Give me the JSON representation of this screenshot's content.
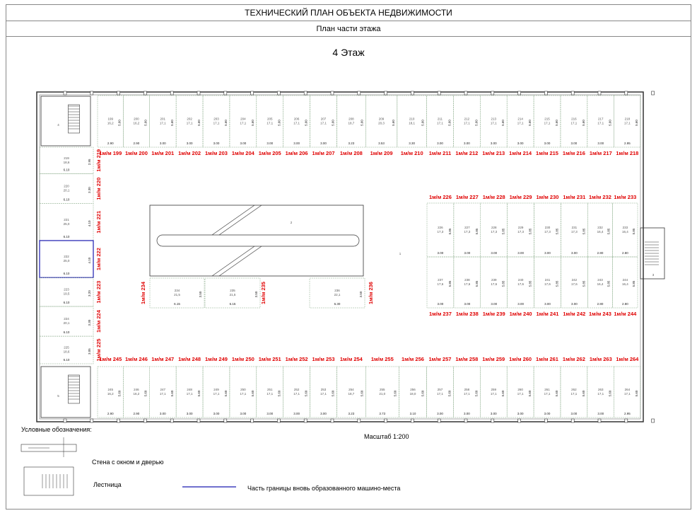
{
  "header": {
    "title": "ТЕХНИЧЕСКИЙ ПЛАН ОБЪЕКТА НЕДВИЖИМОСТИ",
    "subtitle": "План части этажа",
    "floor": "4 Этаж"
  },
  "scale": "Масштаб 1:200",
  "legend": {
    "heading": "Условные обозначения:",
    "wall": "Стена с окном и дверью",
    "stairs": "Лестница",
    "boundary": "Часть границы вновь образованного машино-места",
    "boundary_color": "#1a1ab0"
  },
  "accent_color": "#e00000",
  "rooms": {
    "stair_top": "4",
    "stair_bottom": "5",
    "stair_right": "3",
    "ramp": "2",
    "hall": "1"
  },
  "top_row": [
    {
      "label": "1м/м 199",
      "area": "16,2",
      "width": "2.90",
      "depth": "5.60",
      "n": "199"
    },
    {
      "label": "1м/м 200",
      "area": "16,2",
      "width": "2.90",
      "depth": "5.60",
      "n": "200"
    },
    {
      "label": "1м/м 201",
      "area": "17,1",
      "width": "3.00",
      "depth": "5.60",
      "n": "201"
    },
    {
      "label": "1м/м 202",
      "area": "17,1",
      "width": "3.00",
      "depth": "5.60",
      "n": "202"
    },
    {
      "label": "1м/м 203",
      "area": "17,1",
      "width": "3.00",
      "depth": "5.60",
      "n": "203"
    },
    {
      "label": "1м/м 204",
      "area": "17,1",
      "width": "3.00",
      "depth": "5.60",
      "n": "204"
    },
    {
      "label": "1м/м 205",
      "area": "17,1",
      "width": "3.00",
      "depth": "5.60",
      "n": "205"
    },
    {
      "label": "1м/м 206",
      "area": "17,1",
      "width": "3.00",
      "depth": "5.60",
      "n": "206"
    },
    {
      "label": "1м/м 207",
      "area": "17,1",
      "width": "3.00",
      "depth": "5.60",
      "n": "207"
    },
    {
      "label": "1м/м 208",
      "area": "18,7",
      "width": "3.23",
      "depth": "5.60",
      "n": "208"
    },
    {
      "label": "1м/м 209",
      "area": "20,3",
      "width": "3.53",
      "depth": "5.60",
      "n": "209"
    },
    {
      "label": "1м/м 210",
      "area": "18,1",
      "width": "3.30",
      "depth": "5.60",
      "n": "210"
    },
    {
      "label": "1м/м 211",
      "area": "17,1",
      "width": "3.00",
      "depth": "5.60",
      "n": "211"
    },
    {
      "label": "1м/м 212",
      "area": "17,1",
      "width": "3.00",
      "depth": "5.60",
      "n": "212"
    },
    {
      "label": "1м/м 213",
      "area": "17,1",
      "width": "3.00",
      "depth": "5.60",
      "n": "213"
    },
    {
      "label": "1м/м 214",
      "area": "17,1",
      "width": "3.00",
      "depth": "5.60",
      "n": "214"
    },
    {
      "label": "1м/м 215",
      "area": "17,1",
      "width": "3.00",
      "depth": "5.60",
      "n": "215"
    },
    {
      "label": "1м/м 216",
      "area": "17,1",
      "width": "3.00",
      "depth": "5.60",
      "n": "216"
    },
    {
      "label": "1м/м 217",
      "area": "17,1",
      "width": "3.00",
      "depth": "5.60",
      "n": "217"
    },
    {
      "label": "1м/м 218",
      "area": "17,1",
      "width": "2.95",
      "depth": "5.60",
      "n": "218"
    }
  ],
  "bottom_row": [
    {
      "label": "1м/м 245",
      "area": "16,2",
      "width": "2.90",
      "depth": "5.60",
      "n": "245"
    },
    {
      "label": "1м/м 246",
      "area": "16,2",
      "width": "2.90",
      "depth": "5.60",
      "n": "246"
    },
    {
      "label": "1м/м 247",
      "area": "17,1",
      "width": "3.00",
      "depth": "5.60",
      "n": "247"
    },
    {
      "label": "1м/м 248",
      "area": "17,1",
      "width": "3.00",
      "depth": "5.60",
      "n": "248"
    },
    {
      "label": "1м/м 249",
      "area": "17,1",
      "width": "3.00",
      "depth": "5.60",
      "n": "249"
    },
    {
      "label": "1м/м 250",
      "area": "17,1",
      "width": "3.00",
      "depth": "5.60",
      "n": "250"
    },
    {
      "label": "1м/м 251",
      "area": "17,1",
      "width": "3.00",
      "depth": "5.60",
      "n": "251"
    },
    {
      "label": "1м/м 252",
      "area": "17,1",
      "width": "3.00",
      "depth": "5.60",
      "n": "252"
    },
    {
      "label": "1м/м 253",
      "area": "17,1",
      "width": "3.00",
      "depth": "5.60",
      "n": "253"
    },
    {
      "label": "1м/м 254",
      "area": "18,7",
      "width": "3.23",
      "depth": "5.60",
      "n": "254"
    },
    {
      "label": "1м/м 255",
      "area": "21,0",
      "width": "3.73",
      "depth": "5.60",
      "n": "255"
    },
    {
      "label": "1м/м 256",
      "area": "18,0",
      "width": "3.10",
      "depth": "5.60",
      "n": "256"
    },
    {
      "label": "1м/м 257",
      "area": "17,1",
      "width": "3.00",
      "depth": "5.60",
      "n": "257"
    },
    {
      "label": "1м/м 258",
      "area": "17,1",
      "width": "3.00",
      "depth": "5.60",
      "n": "258"
    },
    {
      "label": "1м/м 259",
      "area": "17,1",
      "width": "3.00",
      "depth": "5.60",
      "n": "259"
    },
    {
      "label": "1м/м 260",
      "area": "17,1",
      "width": "3.00",
      "depth": "5.60",
      "n": "260"
    },
    {
      "label": "1м/м 261",
      "area": "17,1",
      "width": "3.00",
      "depth": "5.60",
      "n": "261"
    },
    {
      "label": "1м/м 262",
      "area": "17,1",
      "width": "3.00",
      "depth": "5.60",
      "n": "262"
    },
    {
      "label": "1м/м 263",
      "area": "17,1",
      "width": "3.00",
      "depth": "5.60",
      "n": "263"
    },
    {
      "label": "1м/м 264",
      "area": "17,1",
      "width": "2.95",
      "depth": "5.60",
      "n": "264"
    }
  ],
  "left_column": [
    {
      "label": "1м/м 219",
      "area": "18,6",
      "width": "6.10",
      "depth": "2.95",
      "n": "219"
    },
    {
      "label": "1м/м 220",
      "area": "20,1",
      "width": "6.10",
      "depth": "3.30",
      "n": "220"
    },
    {
      "label": "1м/м 221",
      "area": "25,0",
      "width": "6.10",
      "depth": "4.10",
      "n": "221"
    },
    {
      "label": "1м/м 222",
      "area": "25,0",
      "width": "6.10",
      "depth": "4.10",
      "n": "222"
    },
    {
      "label": "1м/м 223",
      "area": "19,5",
      "width": "6.10",
      "depth": "3.20",
      "n": "223"
    },
    {
      "label": "1м/м 224",
      "area": "20,1",
      "width": "6.10",
      "depth": "3.30",
      "n": "224"
    },
    {
      "label": "1м/м 225",
      "area": "18,6",
      "width": "6.10",
      "depth": "3.05",
      "n": "225"
    }
  ],
  "right_upper": [
    {
      "label": "1м/м 226",
      "area": "17,3",
      "width": "3.00",
      "depth": "5.85",
      "n": "226"
    },
    {
      "label": "1м/м 227",
      "area": "17,3",
      "width": "3.00",
      "depth": "5.85",
      "n": "227"
    },
    {
      "label": "1м/м 228",
      "area": "17,3",
      "width": "3.00",
      "depth": "5.85",
      "n": "228"
    },
    {
      "label": "1м/м 229",
      "area": "17,3",
      "width": "3.00",
      "depth": "5.85",
      "n": "229"
    },
    {
      "label": "1м/м 230",
      "area": "17,3",
      "width": "3.00",
      "depth": "5.85",
      "n": "230"
    },
    {
      "label": "1м/м 231",
      "area": "17,3",
      "width": "3.00",
      "depth": "5.85",
      "n": "231"
    },
    {
      "label": "1м/м 232",
      "area": "16,4",
      "width": "2.80",
      "depth": "5.85",
      "n": "232"
    },
    {
      "label": "1м/м 233",
      "area": "16,4",
      "width": "2.80",
      "depth": "5.85",
      "n": "233"
    }
  ],
  "right_lower": [
    {
      "label": "1м/м 237",
      "area": "17,6",
      "width": "3.00",
      "depth": "5.85",
      "n": "237"
    },
    {
      "label": "1м/м 238",
      "area": "17,6",
      "width": "3.00",
      "depth": "5.85",
      "n": "238"
    },
    {
      "label": "1м/м 239",
      "area": "17,6",
      "width": "3.00",
      "depth": "5.85",
      "n": "239"
    },
    {
      "label": "1м/м 240",
      "area": "17,6",
      "width": "3.00",
      "depth": "5.85",
      "n": "240"
    },
    {
      "label": "1м/м 241",
      "area": "17,6",
      "width": "3.00",
      "depth": "5.85",
      "n": "241"
    },
    {
      "label": "1м/м 242",
      "area": "17,6",
      "width": "3.00",
      "depth": "5.85",
      "n": "242"
    },
    {
      "label": "1м/м 243",
      "area": "16,4",
      "width": "2.80",
      "depth": "5.85",
      "n": "243"
    },
    {
      "label": "1м/м 244",
      "area": "16,4",
      "width": "2.80",
      "depth": "5.85",
      "n": "244"
    }
  ],
  "center_row": [
    {
      "label": "1м/м 234",
      "area": "21,5",
      "width": "6.15",
      "depth": "3.50",
      "n": "234"
    },
    {
      "label": "1м/м 235",
      "area": "21,5",
      "width": "6.15",
      "depth": "3.50",
      "n": "235"
    },
    {
      "label": "1м/м 236",
      "area": "22,1",
      "width": "6.30",
      "depth": "3.50",
      "n": "236"
    }
  ]
}
